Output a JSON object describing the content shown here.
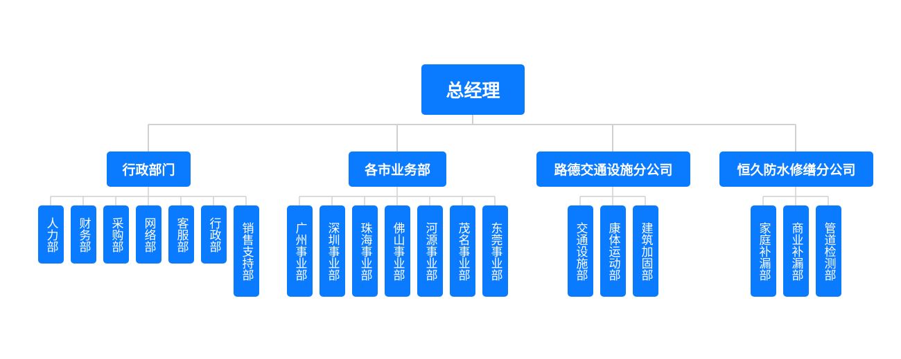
{
  "root": "总经理",
  "branches": [
    {
      "label": "行政部门",
      "children": [
        "人力部",
        "财务部",
        "采购部",
        "网络部",
        "客服部",
        "行政部",
        "销售支持部"
      ]
    },
    {
      "label": "各市业务部",
      "children": [
        "广州事业部",
        "深圳事业部",
        "珠海事业部",
        "佛山事业部",
        "河源事业部",
        "茂名事业部",
        "东莞事业部"
      ]
    },
    {
      "label": "路德交通设施分公司",
      "children": [
        "交通设施部",
        "康体运动部",
        "建筑加固部"
      ]
    },
    {
      "label": "恒久防水修缮分公司",
      "children": [
        "家庭补漏部",
        "商业补漏部",
        "管道检测部"
      ]
    }
  ],
  "colors": {
    "node": "#0a7aff",
    "line": "#d0d0d0",
    "text": "#ffffff"
  }
}
